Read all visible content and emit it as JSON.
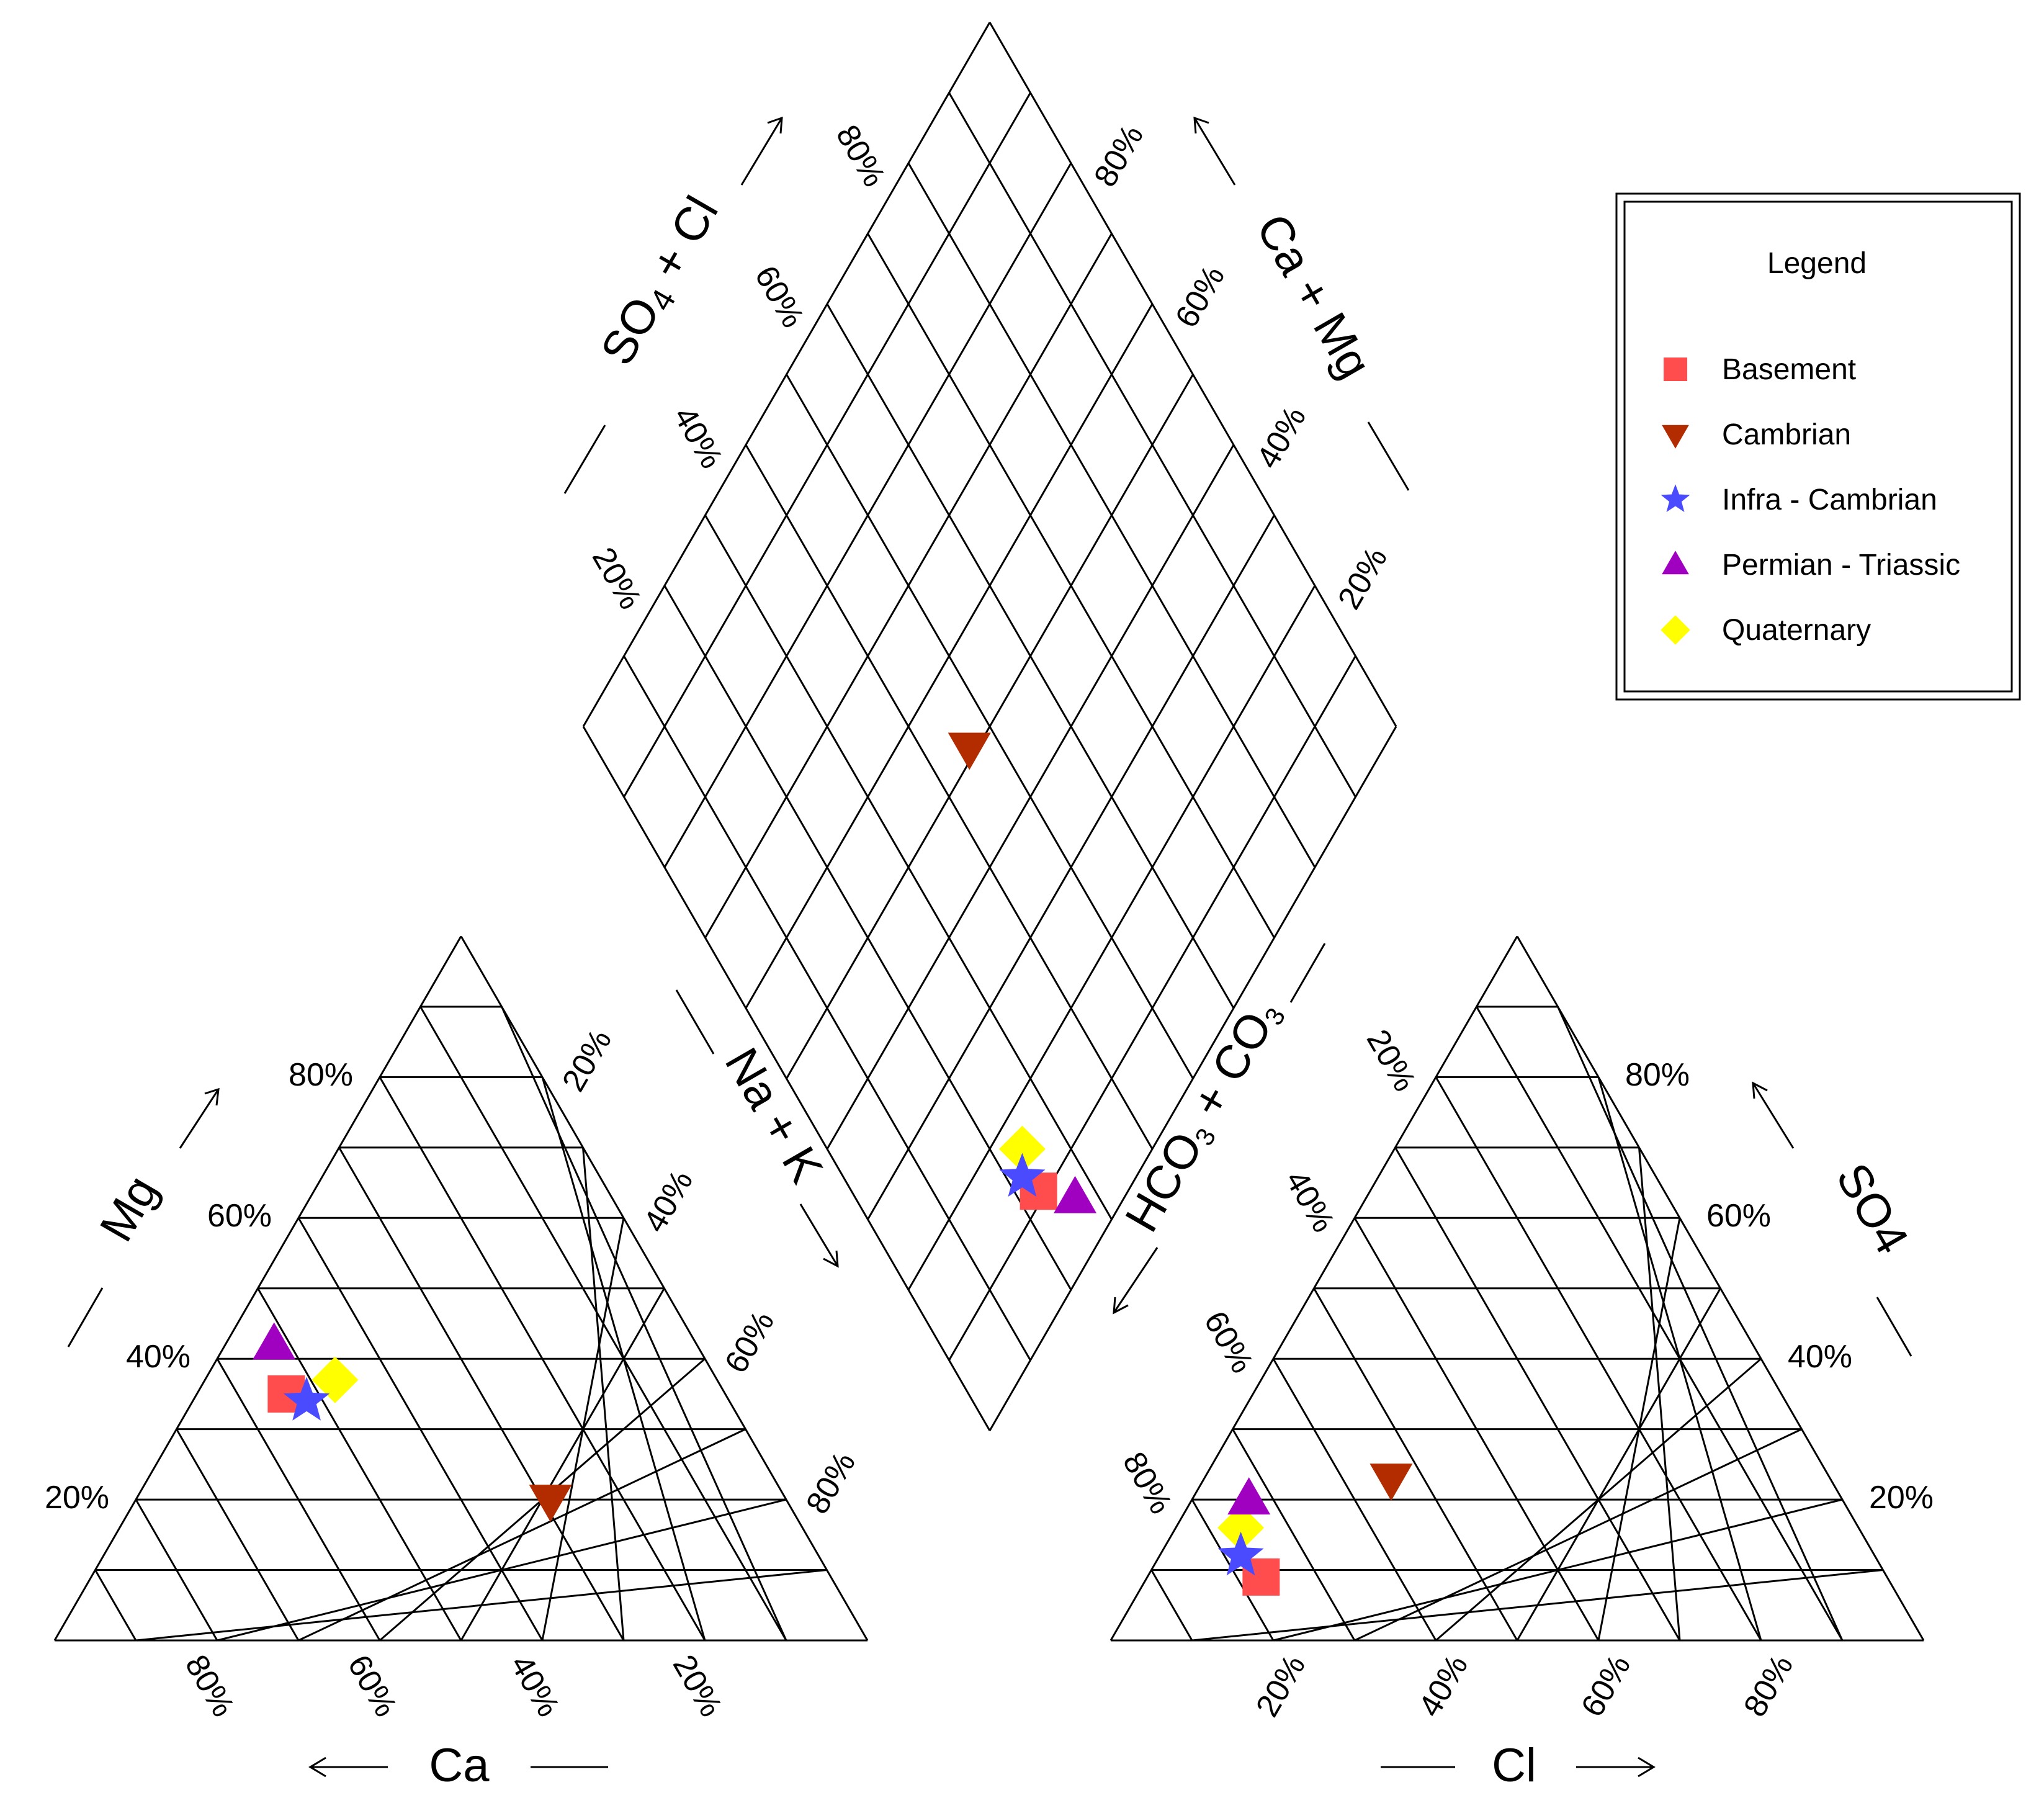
{
  "chart_data": {
    "type": "scatter",
    "subtype": "piper-diagram",
    "legend": {
      "title": "Legend",
      "placement": "top-right",
      "entries": [
        {
          "name": "Basement",
          "marker": "square",
          "color": "#ff4d4d"
        },
        {
          "name": "Cambrian",
          "marker": "triangle-down",
          "color": "#b22c00"
        },
        {
          "name": "Infra - Cambrian",
          "marker": "star",
          "color": "#4a4aff"
        },
        {
          "name": "Permian - Triassic",
          "marker": "triangle-up",
          "color": "#a000c0"
        },
        {
          "name": "Quaternary",
          "marker": "diamond",
          "color": "#ffff00"
        }
      ]
    },
    "cation_triangle": {
      "axis_labels": {
        "left": "Mg",
        "bottom": "Ca"
      },
      "mg_ticks": [
        "20%",
        "40%",
        "60%",
        "80%"
      ],
      "ca_ticks": [
        "80%",
        "60%",
        "40%",
        "20%"
      ],
      "naK_ticks": [
        "20%",
        "40%",
        "60%",
        "80%"
      ],
      "points": [
        {
          "series": "Basement",
          "Ca": 54,
          "Mg": 35,
          "NaK": 11
        },
        {
          "series": "Cambrian",
          "Ca": 29,
          "Mg": 20,
          "NaK": 51
        },
        {
          "series": "Infra - Cambrian",
          "Ca": 52,
          "Mg": 34,
          "NaK": 14
        },
        {
          "series": "Permian - Triassic",
          "Ca": 52,
          "Mg": 42,
          "NaK": 6
        },
        {
          "series": "Quaternary",
          "Ca": 47,
          "Mg": 37,
          "NaK": 16
        }
      ]
    },
    "anion_triangle": {
      "axis_labels": {
        "right": "SO4",
        "bottom": "Cl"
      },
      "so4_ticks": [
        "20%",
        "40%",
        "60%",
        "80%"
      ],
      "cl_ticks": [
        "20%",
        "40%",
        "60%",
        "80%"
      ],
      "hco3_ticks": [
        "20%",
        "40%",
        "60%",
        "80%"
      ],
      "points": [
        {
          "series": "Basement",
          "Cl": 14,
          "SO4": 9,
          "HCO3": 77
        },
        {
          "series": "Cambrian",
          "Cl": 23,
          "SO4": 23,
          "HCO3": 54
        },
        {
          "series": "Infra - Cambrian",
          "Cl": 10,
          "SO4": 12,
          "HCO3": 78
        },
        {
          "series": "Permian - Triassic",
          "Cl": 7,
          "SO4": 20,
          "HCO3": 73
        },
        {
          "series": "Quaternary",
          "Cl": 8,
          "SO4": 16,
          "HCO3": 76
        }
      ]
    },
    "diamond": {
      "axis_labels": {
        "upper_left": "SO4 + Cl",
        "upper_right": "Ca + Mg",
        "lower_left": "Na + K",
        "lower_right": "HCO3 + CO3"
      },
      "upper_left_ticks": [
        "20%",
        "40%",
        "60%",
        "80%"
      ],
      "upper_right_ticks": [
        "20%",
        "40%",
        "60%",
        "80%"
      ]
    }
  }
}
